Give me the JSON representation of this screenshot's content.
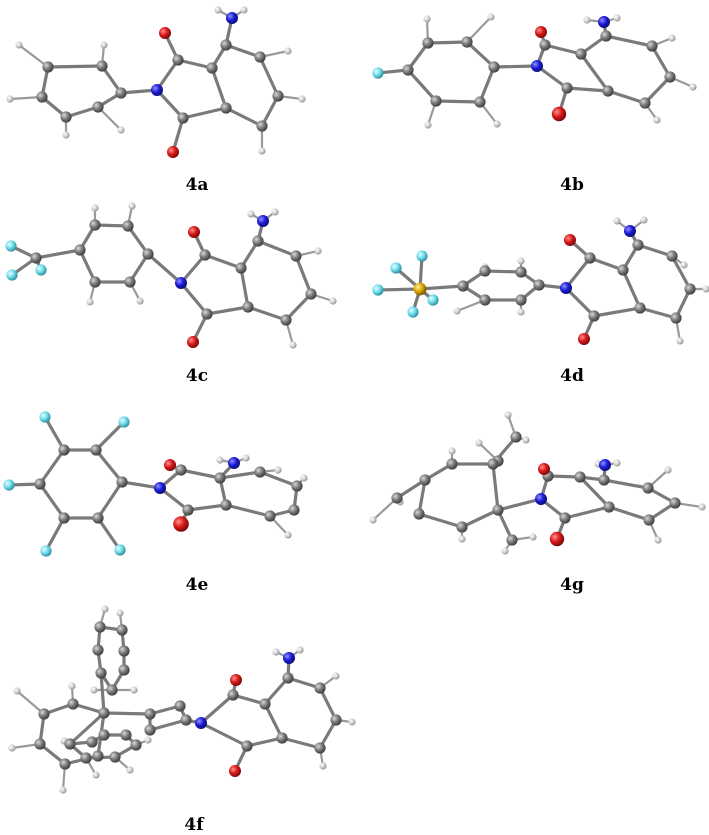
{
  "figure": {
    "labels": {
      "a": "4a",
      "b": "4b",
      "c": "4c",
      "d": "4d",
      "e": "4e",
      "g": "4g",
      "f": "4f"
    },
    "atom_colors": {
      "C": "#6e6e6e",
      "H": "#d0d0d0",
      "N": "#1d1dd0",
      "O": "#d01818",
      "F": "#7fe4f0",
      "S": "#d8a800"
    }
  }
}
